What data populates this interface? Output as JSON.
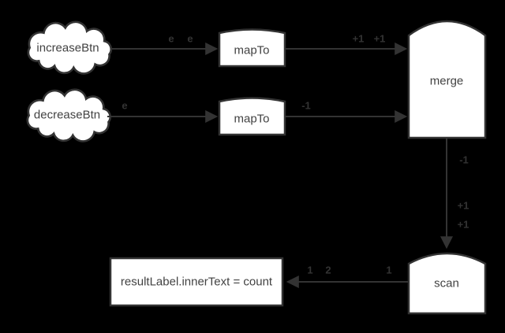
{
  "diagram": {
    "colors": {
      "background": "#000000",
      "node_fill": "#ffffff",
      "stroke": "#333333",
      "node_text": "#424242",
      "edge_label_text": "#333333"
    },
    "nodes": {
      "increase_btn": {
        "label": "increaseBtn",
        "shape": "cloud"
      },
      "decrease_btn": {
        "label": "decreaseBtn",
        "shape": "cloud"
      },
      "map_to_1": {
        "label": "mapTo",
        "shape": "arch-block"
      },
      "map_to_2": {
        "label": "mapTo",
        "shape": "arch-block"
      },
      "merge": {
        "label": "merge",
        "shape": "arch-block"
      },
      "scan": {
        "label": "scan",
        "shape": "arch-block"
      },
      "result_label": {
        "label": "resultLabel.innerText = count",
        "shape": "rect"
      }
    },
    "edge_labels": {
      "increase_e_1": "e",
      "increase_e_2": "e",
      "decrease_e": "e",
      "mapto1_out_1": "+1",
      "mapto1_out_2": "+1",
      "mapto2_out": "-1",
      "merge_out_1": "-1",
      "merge_out_2": "+1",
      "merge_out_3": "+1",
      "scan_out_1": "1",
      "scan_out_2": "2",
      "scan_out_3": "1"
    }
  }
}
